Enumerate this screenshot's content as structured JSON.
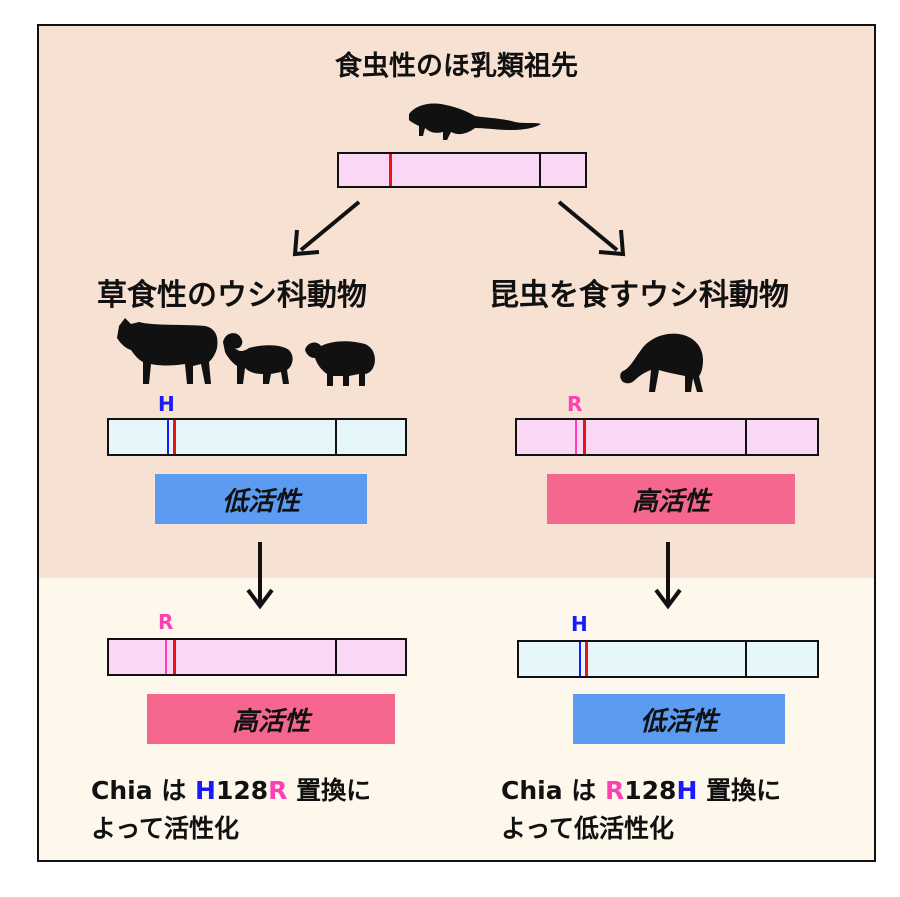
{
  "ancestor": {
    "title": "食虫性のほ乳類祖先"
  },
  "left": {
    "title": "草食性のウシ科動物",
    "top_residue": "H",
    "top_activity": "低活性",
    "bottom_residue": "R",
    "bottom_activity": "高活性",
    "note": {
      "part1": "Chia は ",
      "from": "H",
      "num": "128",
      "to": "R",
      "part2": " 置換に",
      "line2": "よって活性化"
    }
  },
  "right": {
    "title": "昆虫を食すウシ科動物",
    "top_residue": "R",
    "top_activity": "高活性",
    "bottom_residue": "H",
    "bottom_activity": "低活性",
    "note": {
      "part1": "Chia は ",
      "from": "R",
      "num": "128",
      "to": "H",
      "part2": " 置換に",
      "line2": "よって低活性化"
    }
  },
  "colors": {
    "top_bg": "#f7e1d3",
    "bottom_bg": "#fdf7ec",
    "gene_pink": "#fbd7f6",
    "gene_blue": "#e6f7fb",
    "residue_H": "#1a1aff",
    "residue_R": "#ff3fb4",
    "mutation_mark": "#ee1111",
    "low_activity": "#5b9bf2",
    "high_activity": "#f5678f"
  }
}
